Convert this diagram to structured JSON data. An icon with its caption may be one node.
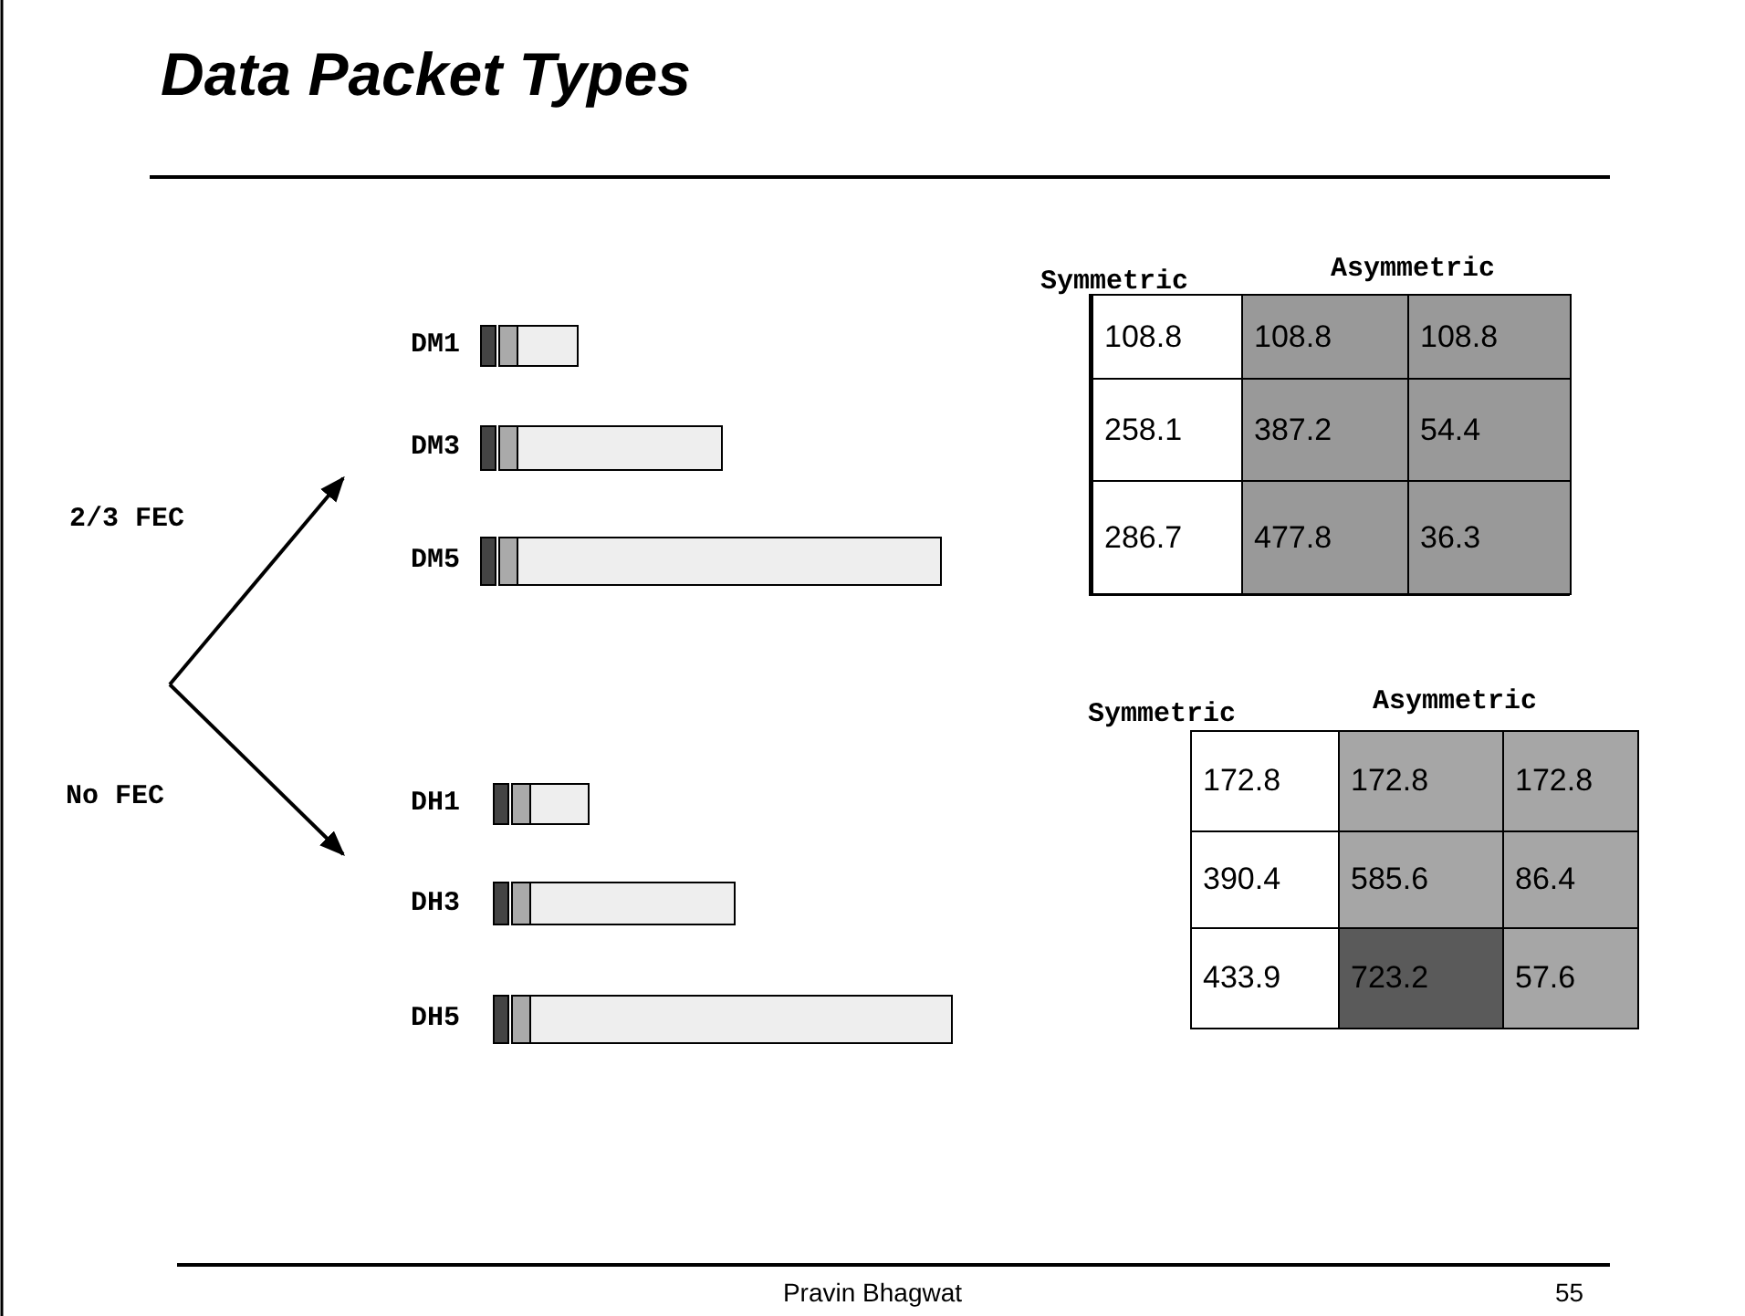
{
  "diagram": {
    "title": "Data Packet Types",
    "nodes": [
      {
        "text": [
          "DM1"
        ]
      },
      {
        "text": [
          "DM3"
        ]
      },
      {
        "text": [
          "DM5"
        ]
      },
      {
        "text": [
          "DH1"
        ]
      },
      {
        "text": [
          "DH3"
        ]
      },
      {
        "text": [
          "DH5"
        ]
      }
    ],
    "edges": [
      {
        "from": null,
        "to": 1,
        "arrow": "to",
        "label": "2/3 FEC"
      },
      {
        "from": null,
        "to": 3,
        "arrow": "to",
        "label": "No FEC"
      }
    ],
    "labels": [
      "Symmetric",
      "Asymmetric",
      "108.8",
      "108.8",
      "108.8",
      "258.1",
      "387.2",
      "54.4",
      "286.7",
      "477.8",
      "36.3",
      "Symmetric",
      "Asymmetric",
      "172.8",
      "172.8",
      "172.8",
      "390.4",
      "585.6",
      "86.4",
      "433.9",
      "723.2",
      "57.6",
      "Pravin Bhagwat",
      "55"
    ]
  }
}
